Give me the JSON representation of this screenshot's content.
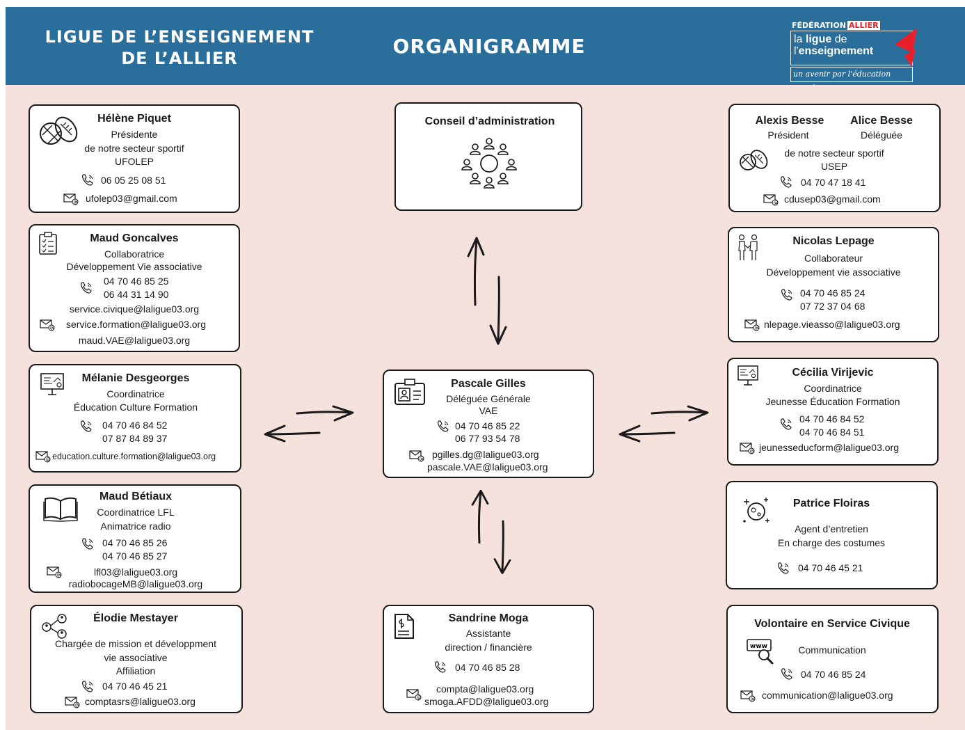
{
  "header": {
    "org_line1": "LIGUE DE L’ENSEIGNEMENT",
    "org_line2": "DE L’ALLIER",
    "title": "ORGANIGRAMME",
    "logo": {
      "top_a": "FÉDÉRATION",
      "top_b": "ALLIER",
      "line1_a": "la ",
      "line1_b": "ligue",
      "line1_c": " de",
      "line2_a": "l'",
      "line2_b": "enseignement",
      "tagline": "un avenir par l'éducation populaire"
    }
  },
  "cards": {
    "piquet": {
      "name": "Hélène Piquet",
      "role": "Présidente",
      "line2": "de notre secteur sportif",
      "line3": "UFOLEP",
      "phone": "06 05 25 08 51",
      "email": "ufolep03@gmail.com"
    },
    "goncalves": {
      "name": "Maud Goncalves",
      "role": "Collaboratrice",
      "line2": "Développement Vie associative",
      "phone1": "04 70 46 85 25",
      "phone2": "06 44 31 14 90",
      "email1": "service.civique@laligue03.org",
      "email2": "service.formation@laligue03.org",
      "email3": "maud.VAE@laligue03.org"
    },
    "desgeorges": {
      "name": "Mélanie Desgeorges",
      "role": "Coordinatrice",
      "line2": "Éducation Culture Formation",
      "phone1": "04 70 46 84 52",
      "phone2": "07 87 84 89 37",
      "email": "education.culture.formation@laligue03.org"
    },
    "betiaux": {
      "name": "Maud Bétiaux",
      "role": "Coordinatrice LFL",
      "line2": "Animatrice radio",
      "phone1": "04 70 46 85 26",
      "phone2": "04 70 46 85 27",
      "email1": "lfl03@laligue03.org",
      "email2": "radiobocageMB@laligue03.org"
    },
    "mestayer": {
      "name": "Élodie Mestayer",
      "role": "Chargée de mission et développment",
      "line2": "vie associative",
      "line3": "Affiliation",
      "phone": "04 70 46 45 21",
      "email": "comptasrs@laligue03.org"
    },
    "conseil": {
      "name": "Conseil d’administration"
    },
    "gilles": {
      "name": "Pascale Gilles",
      "role": "Déléguée Générale",
      "line2": "VAE",
      "phone1": "04 70 46 85 22",
      "phone2": "06 77 93 54 78",
      "email1": "pgilles.dg@laligue03.org",
      "email2": "pascale.VAE@laligue03.org"
    },
    "moga": {
      "name": "Sandrine Moga",
      "role": "Assistante",
      "line2": "direction / financière",
      "phone": "04 70 46 85 28",
      "email1": "compta@laligue03.org",
      "email2": "smoga.AFDD@laligue03.org"
    },
    "besse": {
      "name1": "Alexis Besse",
      "role1": "Président",
      "name2": "Alice Besse",
      "role2": "Déléguée",
      "line2": "de notre secteur sportif",
      "line3": "USEP",
      "phone": "04 70 47 18 41",
      "email": "cdusep03@gmail.com"
    },
    "lepage": {
      "name": "Nicolas Lepage",
      "role": "Collaborateur",
      "line2": "Développement vie associative",
      "phone1": "04 70 46 85 24",
      "phone2": "07 72 37 04 68",
      "email": "nlepage.vieasso@laligue03.org"
    },
    "virijevic": {
      "name": "Cécilia Virijevic",
      "role": "Coordinatrice",
      "line2": "Jeunesse Éducation Formation",
      "phone1": "04 70 46 84 52",
      "phone2": "04 70 46 84 51",
      "email": "jeunesseducform@laligue03.org"
    },
    "floiras": {
      "name": "Patrice Floiras",
      "role": "Agent d’entretien",
      "line2": "En charge des costumes",
      "phone": "04 70 46 45 21"
    },
    "volontaire": {
      "name": "Volontaire en Service Civique",
      "role": "Communication",
      "phone": "04 70 46 85 24",
      "email": "communication@laligue03.org"
    }
  },
  "icons": [
    "rugby-ball-icon",
    "clipboard-checklist-icon",
    "teaching-board-icon",
    "open-book-icon",
    "network-people-icon",
    "people-circle-icon",
    "id-badge-icon",
    "invoice-document-icon",
    "handshake-icon",
    "cleaning-sparkle-icon",
    "www-search-icon",
    "phone-icon",
    "mail-icon",
    "double-arrow-icon"
  ],
  "colors": {
    "header": "#2a6f9b",
    "background": "#f6e2dc",
    "card_border": "#1a1a1a",
    "logo_red": "#e8202a"
  }
}
